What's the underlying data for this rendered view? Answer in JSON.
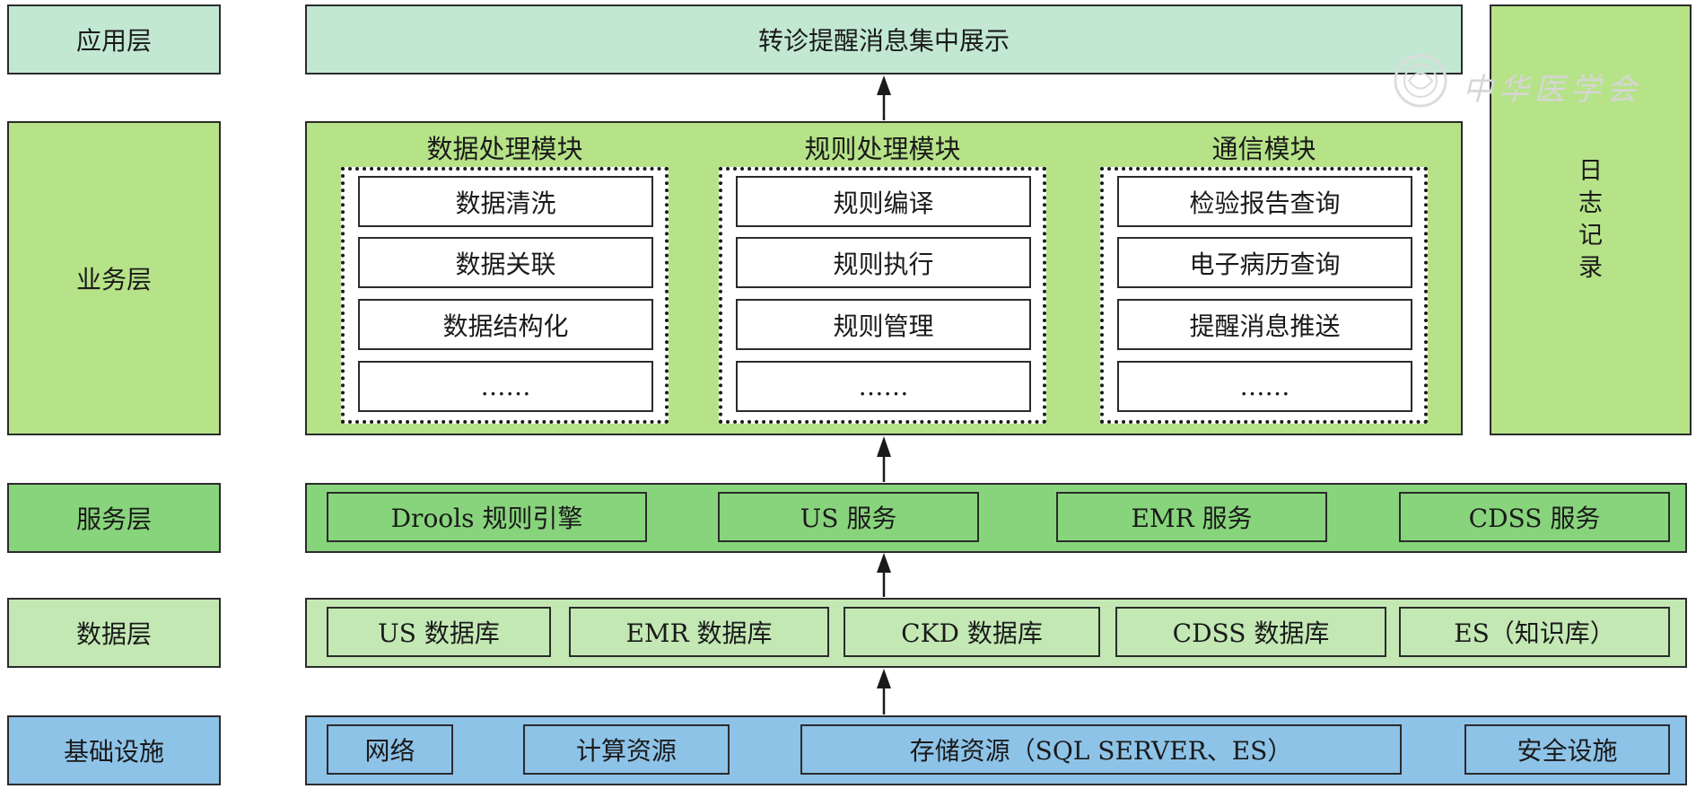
{
  "layers": {
    "app": "应用层",
    "business": "业务层",
    "service": "服务层",
    "data": "数据层",
    "infra": "基础设施"
  },
  "app_box": "转诊提醒消息集中展示",
  "log_box": [
    "日",
    "志",
    "记",
    "录"
  ],
  "modules": [
    {
      "title": "数据处理模块",
      "items": [
        "数据清洗",
        "数据关联",
        "数据结构化",
        "……"
      ]
    },
    {
      "title": "规则处理模块",
      "items": [
        "规则编译",
        "规则执行",
        "规则管理",
        "……"
      ]
    },
    {
      "title": "通信模块",
      "items": [
        "检验报告查询",
        "电子病历查询",
        "提醒消息推送",
        "……"
      ]
    }
  ],
  "services": [
    "Drools 规则引擎",
    "US 服务",
    "EMR 服务",
    "CDSS 服务"
  ],
  "databases": [
    "US 数据库",
    "EMR 数据库",
    "CKD 数据库",
    "CDSS 数据库",
    "ES（知识库）"
  ],
  "infrastructure": [
    "网络",
    "计算资源",
    "存储资源（SQL SERVER、ES）",
    "安全设施"
  ],
  "watermark": "中华医学会",
  "colors": {
    "app": "#c2e8d2",
    "business": "#b6e388",
    "service": "#88d47c",
    "data": "#c3e8b4",
    "infra": "#8ec3e8"
  }
}
